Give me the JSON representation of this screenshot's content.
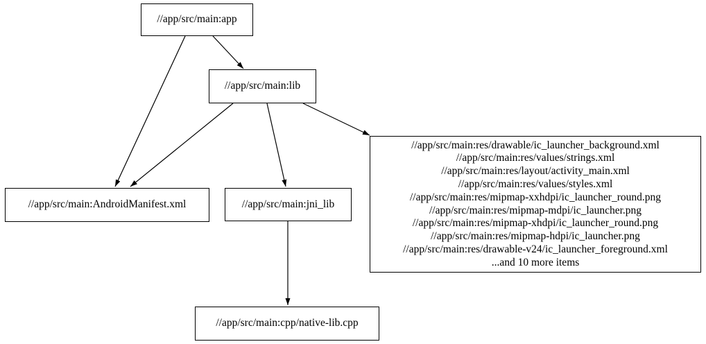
{
  "diagram": {
    "type": "dependency-graph",
    "background_color": "#ffffff",
    "node_fill": "#ffffff",
    "node_border_color": "#000000",
    "edge_color": "#000000"
  },
  "nodes": {
    "app": {
      "label": "//app/src/main:app"
    },
    "lib": {
      "label": "//app/src/main:lib"
    },
    "manifest": {
      "label": "//app/src/main:AndroidManifest.xml"
    },
    "jni_lib": {
      "label": "//app/src/main:jni_lib"
    },
    "resources": {
      "lines": [
        "//app/src/main:res/drawable/ic_launcher_background.xml",
        "//app/src/main:res/values/strings.xml",
        "//app/src/main:res/layout/activity_main.xml",
        "//app/src/main:res/values/styles.xml",
        "//app/src/main:res/mipmap-xxhdpi/ic_launcher_round.png",
        "//app/src/main:res/mipmap-mdpi/ic_launcher.png",
        "//app/src/main:res/mipmap-xhdpi/ic_launcher_round.png",
        "//app/src/main:res/mipmap-hdpi/ic_launcher.png",
        "//app/src/main:res/drawable-v24/ic_launcher_foreground.xml",
        "...and 10 more items"
      ]
    },
    "native_lib": {
      "label": "//app/src/main:cpp/native-lib.cpp"
    }
  },
  "edges": [
    {
      "from": "//app/src/main:app",
      "to": "//app/src/main:AndroidManifest.xml"
    },
    {
      "from": "//app/src/main:app",
      "to": "//app/src/main:lib"
    },
    {
      "from": "//app/src/main:lib",
      "to": "//app/src/main:AndroidManifest.xml"
    },
    {
      "from": "//app/src/main:lib",
      "to": "//app/src/main:jni_lib"
    },
    {
      "from": "//app/src/main:lib",
      "to": "resources-file-group"
    },
    {
      "from": "//app/src/main:jni_lib",
      "to": "//app/src/main:cpp/native-lib.cpp"
    }
  ]
}
